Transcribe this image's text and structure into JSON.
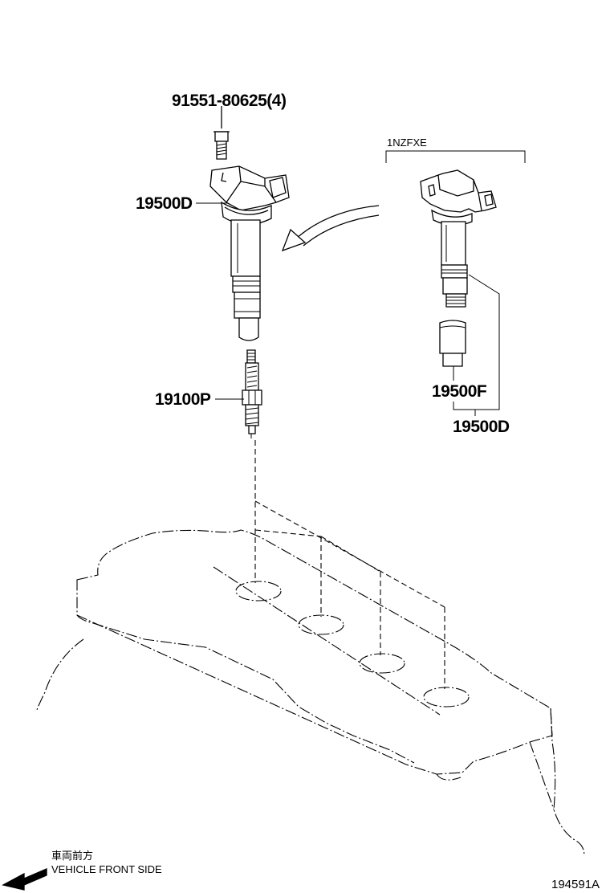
{
  "labels": {
    "bolt": "91551-80625(4)",
    "coil_main": "19500D",
    "spark_plug": "19100P",
    "engine_variant": "1NZFXE",
    "coil_boot": "19500F",
    "coil_assembly": "19500D"
  },
  "direction": {
    "japanese": "車両前方",
    "english": "VEHICLE FRONT SIDE"
  },
  "diagram_id": "194591A"
}
